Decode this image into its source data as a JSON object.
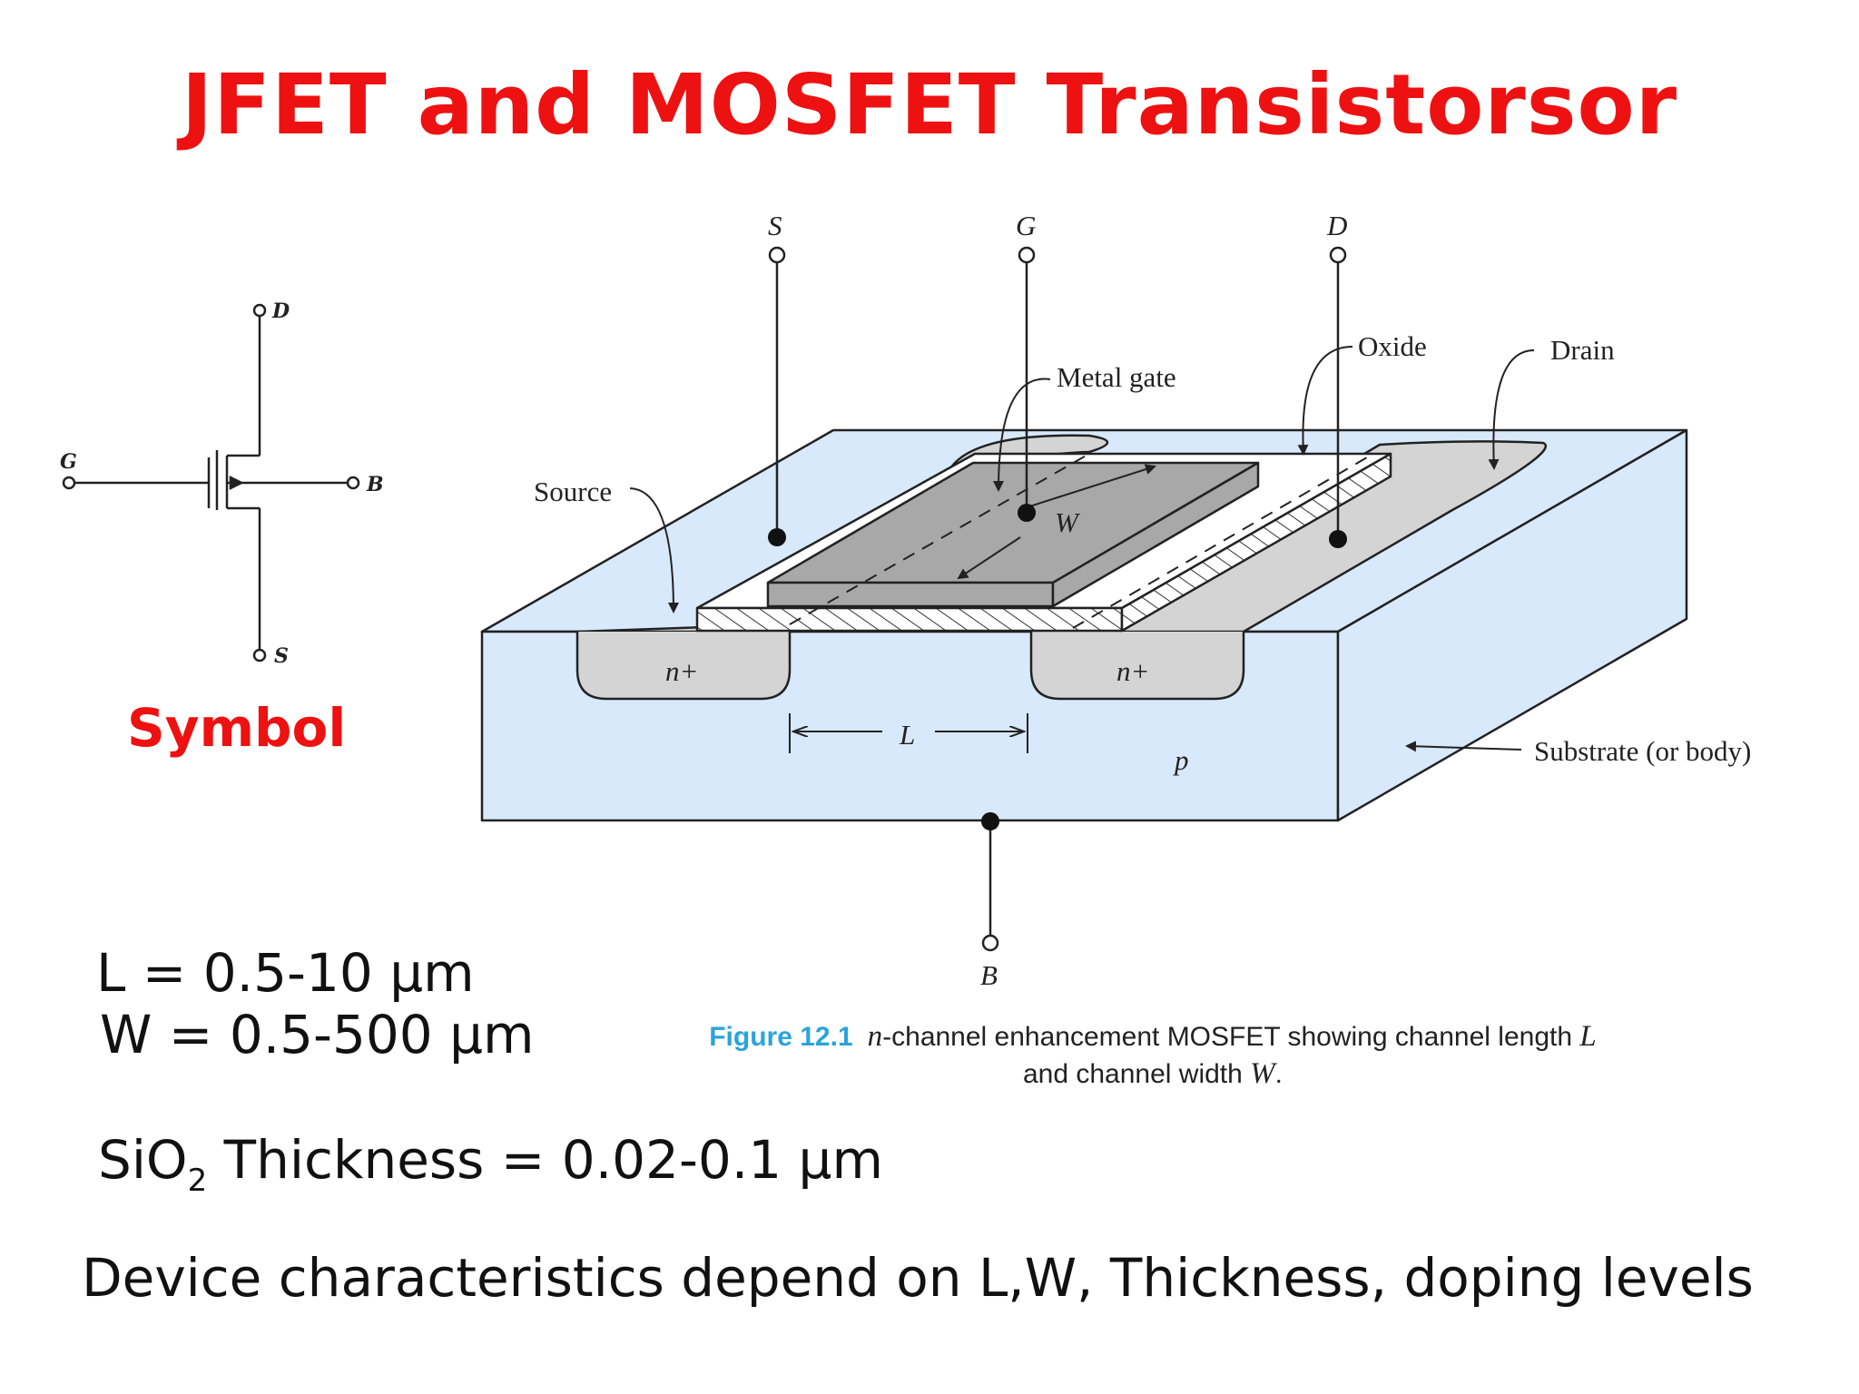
{
  "title": "JFET and MOSFET Transistorsor",
  "symbol": {
    "caption": "Symbol",
    "terminals": {
      "drain": "D",
      "gate": "G",
      "body": "B",
      "source": "S"
    }
  },
  "figure": {
    "terminals": {
      "source": "S",
      "gate": "G",
      "drain": "D",
      "body": "B"
    },
    "labels": {
      "oxide": "Oxide",
      "drain": "Drain",
      "metal_gate": "Metal gate",
      "source": "Source",
      "width": "W",
      "length": "L",
      "n_plus_left": "n+",
      "n_plus_right": "n+",
      "p_type": "p",
      "substrate": "Substrate (or body)"
    },
    "caption": {
      "figure_number": "Figure 12.1",
      "var_n": "n",
      "text1": "-channel enhancement MOSFET showing channel length ",
      "var_L": "L",
      "text2": "and channel width ",
      "var_W": "W",
      "text3": "."
    }
  },
  "params": {
    "L": "L = 0.5-10 μm",
    "W": "W = 0.5-500 μm",
    "sio2_prefix": "SiO",
    "sio2_sub": "2",
    "sio2_suffix": " Thickness = 0.02-0.1 μm"
  },
  "footer": "Device characteristics depend on L,W, Thickness, doping levels",
  "colors": {
    "title": "#ee1111",
    "substrate": "#d8e9fb",
    "n_region": "#d4d4d4",
    "gate": "#a8a8a8",
    "caption_fig": "#2aa4dc"
  }
}
